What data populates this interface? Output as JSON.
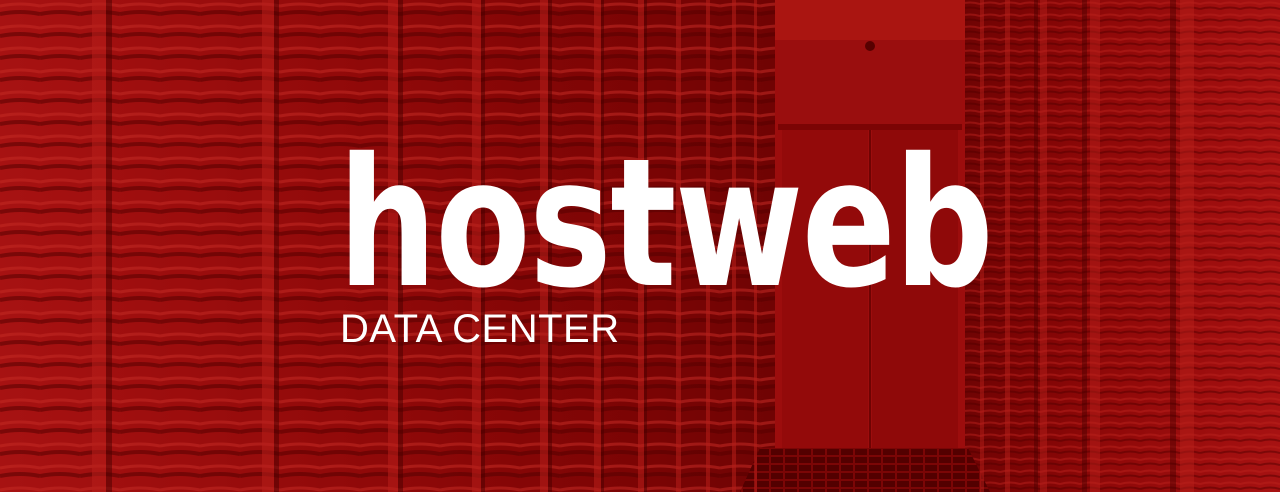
{
  "banner": {
    "brand_name": "hostweb",
    "brand_subtitle": "DATA CENTER",
    "background_description_icon": "server-room-corridor-image",
    "colors": {
      "tint": "#b30f0f",
      "dark": "#5e0000",
      "light": "#e0302a",
      "text": "#ffffff"
    }
  }
}
